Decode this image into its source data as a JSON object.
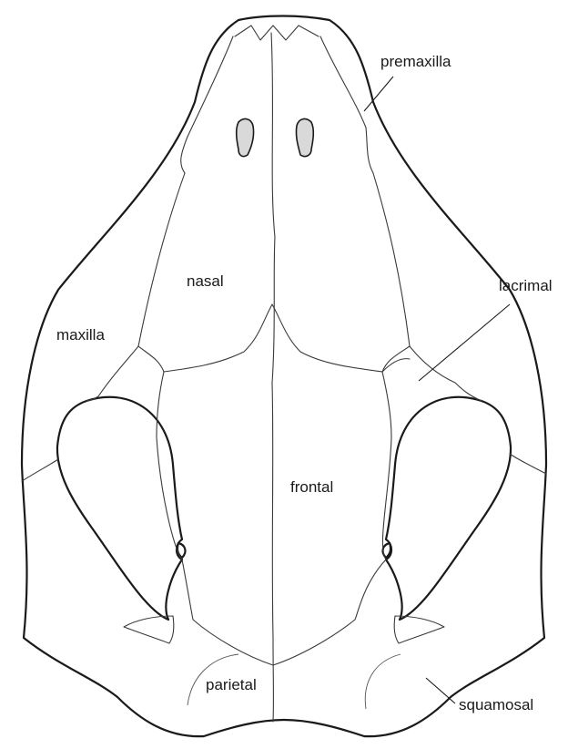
{
  "labels": {
    "premaxilla": "premaxilla",
    "lacrimal": "lacrimal",
    "nasal": "nasal",
    "maxilla": "maxilla",
    "frontal": "frontal",
    "parietal": "parietal",
    "squamosal": "squamosal"
  },
  "colors": {
    "line": "#1a1a1a",
    "background": "#ffffff",
    "nostril_fill": "#d9d9d9"
  }
}
